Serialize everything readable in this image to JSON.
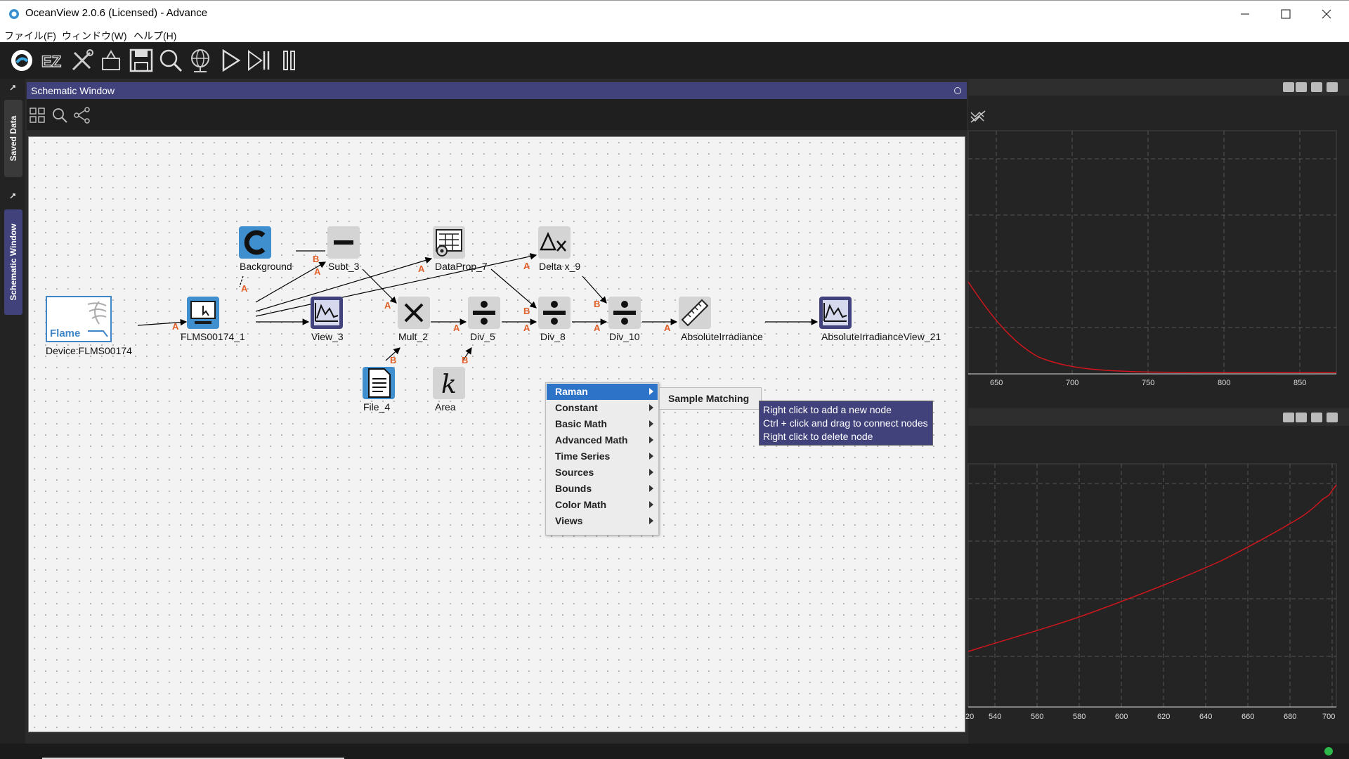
{
  "window": {
    "title": "OceanView 2.0.6 (Licensed) - Advance",
    "minimize": "minimize",
    "maximize": "maximize",
    "close": "close"
  },
  "menu": {
    "file": "ファイル(F)",
    "window": "ウィンドウ(W)",
    "help": "ヘルプ(H)"
  },
  "toolbar": {
    "icons": [
      "oceanview-logo-icon",
      "ez-icon",
      "tools-icon",
      "export-icon",
      "save-icon",
      "search-icon",
      "network-icon",
      "play-icon",
      "step-icon",
      "pause-icon"
    ],
    "ez_label": "EZ"
  },
  "left_tabs": {
    "saved_data": "Saved Data",
    "schematic_window": "Schematic Window"
  },
  "schematic": {
    "title": "Schematic Window",
    "nodes": {
      "device": {
        "label": "Device:FLMS00174",
        "icon_text": "Flame"
      },
      "flms": {
        "label": "FLMS00174_1"
      },
      "background": {
        "label": "Background"
      },
      "subt": {
        "label": "Subt_3"
      },
      "view3": {
        "label": "View_3"
      },
      "dataprop": {
        "label": "DataProp_7"
      },
      "deltax": {
        "label": "Delta x_9"
      },
      "mult": {
        "label": "Mult_2"
      },
      "div5": {
        "label": "Div_5"
      },
      "div8": {
        "label": "Div_8"
      },
      "div10": {
        "label": "Div_10"
      },
      "absirr": {
        "label": "AbsoluteIrradiance"
      },
      "absview": {
        "label": "AbsoluteIrradianceView_21"
      },
      "file": {
        "label": "File_4"
      },
      "area": {
        "label": "Area",
        "icon_text": "k"
      }
    },
    "ports": {
      "a": "A",
      "b": "B"
    }
  },
  "context_menu": {
    "items": [
      "Raman",
      "Constant",
      "Basic Math",
      "Advanced Math",
      "Time Series",
      "Sources",
      "Bounds",
      "Color Math",
      "Views"
    ],
    "selected": "Raman",
    "submenu": [
      "Sample Matching"
    ]
  },
  "tooltip": {
    "lines": [
      "Right click to add a new node",
      "Ctrl + click and drag to connect nodes",
      "Right click to delete node"
    ]
  },
  "plot_top": {
    "x_ticks": [
      "650",
      "700",
      "750",
      "800",
      "850"
    ]
  },
  "plot_bottom": {
    "x_ticks": [
      "20",
      "540",
      "560",
      "580",
      "600",
      "620",
      "640",
      "660",
      "680",
      "700"
    ]
  },
  "colors": {
    "accent": "#41427c",
    "menu_selected": "#2d73c8",
    "port": "#e0602a",
    "trace": "#d0161d",
    "status_ok": "#2fb84a"
  }
}
